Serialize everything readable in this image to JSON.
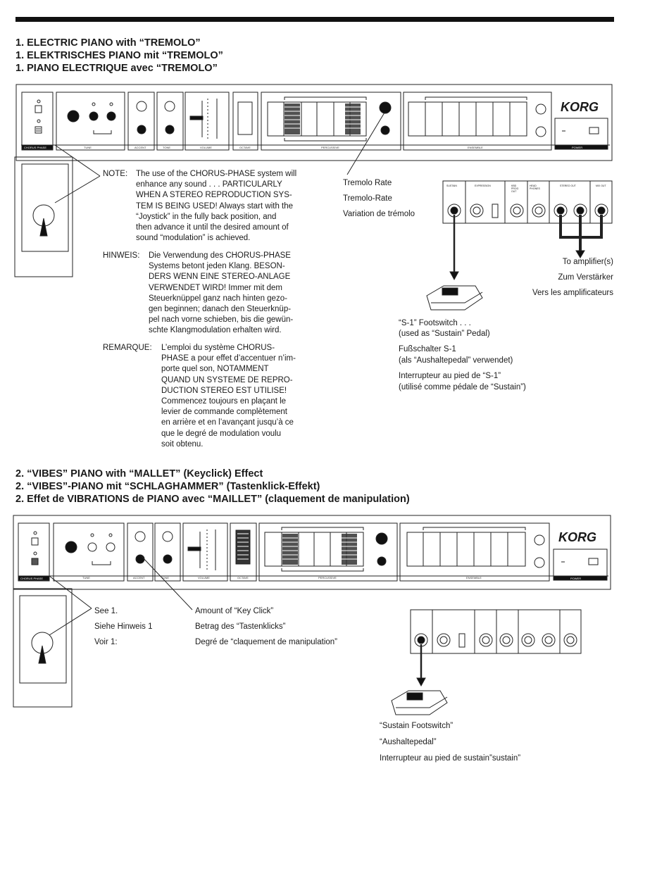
{
  "section1": {
    "titles": [
      "1.  ELECTRIC PIANO with “TREMOLO”",
      "1.  ELEKTRISCHES PIANO mit “TREMOLO”",
      "1.  PIANO ELECTRIQUE avec “TREMOLO”"
    ],
    "note": {
      "label": "NOTE:",
      "lines": [
        "The use of the CHORUS-PHASE system will",
        "enhance any sound . . . PARTICULARLY",
        "WHEN A STEREO REPRODUCTION SYS-",
        "TEM IS BEING USED! Always start with the",
        "“Joystick” in the fully back position, and",
        "then advance it until the desired amount of",
        "sound “modulation” is achieved."
      ]
    },
    "hinweis": {
      "label": "HINWEIS:",
      "lines": [
        "Die Verwendung des CHORUS-PHASE",
        "Systems betont jeden Klang. BESON-",
        "DERS WENN EINE STEREO-ANLAGE",
        "VERWENDET WIRD! Immer mit dem",
        "Steuerknüppel ganz nach hinten gezo-",
        "gen beginnen; danach den Steuerknüp-",
        "pel nach vorne schieben, bis die gewün-",
        "schte Klangmodulation erhalten wird."
      ]
    },
    "remarque": {
      "label": "REMARQUE:",
      "lines": [
        "L’emploi du système CHORUS-",
        "PHASE a pour effet d’accentuer n’im-",
        "porte quel son, NOTAMMENT",
        "QUAND UN SYSTEME DE REPRO-",
        "DUCTION STEREO EST UTILISE!",
        "Commencez toujours en plaçant le",
        "levier de commande complètement",
        "en arrière et en l’avançant jusqu’à ce",
        "que le degré de modulation voulu",
        "soit obtenu."
      ]
    },
    "tremolo": [
      "Tremolo Rate",
      "Tremolo-Rate",
      "Variation de trémolo"
    ],
    "amplifier": [
      "To amplifier(s)",
      "Zum Verstärker",
      "Vers les amplificateurs"
    ],
    "footswitch": [
      "“S-1” Footswitch . . .",
      "(used as “Sustain” Pedal)",
      "Fußschalter S-1",
      "(als “Aushaltepedal” verwendet)",
      "Interrupteur au pied de “S-1”",
      "(utilisé comme pédale de “Sustain”)"
    ]
  },
  "section2": {
    "titles": [
      "2.  “VIBES” PIANO with “MALLET” (Keyclick) Effect",
      "2.  “VIBES”-PIANO mit “SCHLAGHAMMER” (Tastenklick-Effekt)",
      "2.  Effet de VIBRATIONS de PIANO avec “MAILLET” (claquement de manipulation)"
    ],
    "see": [
      "See 1.",
      "Siehe Hinweis 1",
      "Voir 1:"
    ],
    "keyclick": [
      "Amount of “Key Click”",
      "Betrag des “Tastenklicks”",
      "Degré de “claquement de manipulation”"
    ],
    "sustain": [
      "“Sustain Footswitch”",
      "“Aushaltepedal”",
      "Interrupteur au pied de sustain”sustain”"
    ]
  },
  "panel": {
    "brand": "KORG",
    "section_labels": [
      "CHORUS PHASE",
      "TUNE",
      "ACCENT",
      "TONE",
      "VOLUME",
      "OCTAVE",
      "PERCUSSIVE",
      "ENSEMBLE",
      "POWER"
    ],
    "jack_labels": [
      "SUSTAIN",
      "EXPRESSION",
      "KBD PROG OUT",
      "HEAD PHONES",
      "STEREO OUT",
      "MIX OUT"
    ]
  }
}
